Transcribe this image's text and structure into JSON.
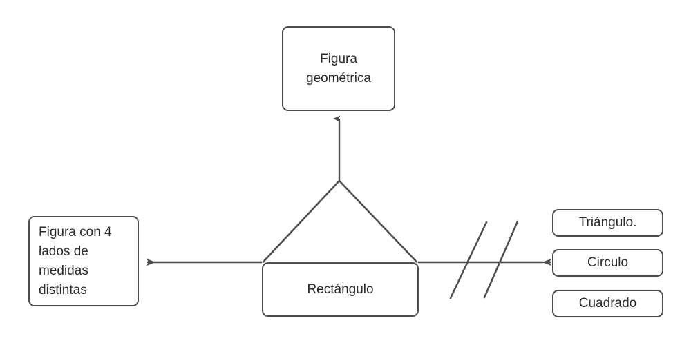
{
  "diagram": {
    "title_node": {
      "id": "figura-geometrica",
      "label": "Figura\ngeométrica"
    },
    "left_node": {
      "id": "figura-4-lados",
      "label": "Figura con 4 lados de medidas distintas"
    },
    "center_node": {
      "id": "rectangulo",
      "label": "Rectángulo",
      "shape": "triangle-over-rounded-rectangle"
    },
    "right_nodes": [
      {
        "id": "triangulo",
        "label": "Triángulo."
      },
      {
        "id": "circulo",
        "label": "Circulo"
      },
      {
        "id": "cuadrado",
        "label": "Cuadrado"
      }
    ],
    "connectors": [
      {
        "id": "arrow-up-to-figura-geometrica",
        "name": "arrow-up",
        "from": "triangle-apex",
        "to": "figura-geometrica",
        "direction": "up"
      },
      {
        "id": "arrow-left-to-figura-4-lados",
        "name": "arrow-left",
        "from": "rectangulo",
        "to": "figura-4-lados",
        "direction": "left"
      },
      {
        "id": "arrow-right-to-circulo",
        "name": "arrow-right",
        "from": "rectangulo",
        "to": "circulo",
        "direction": "right"
      }
    ],
    "slash_marks": {
      "name": "double-slash-marks",
      "count": 2
    },
    "colors": {
      "stroke": "#4d4d4d",
      "text": "#2b2b2b",
      "background": "#ffffff"
    }
  }
}
